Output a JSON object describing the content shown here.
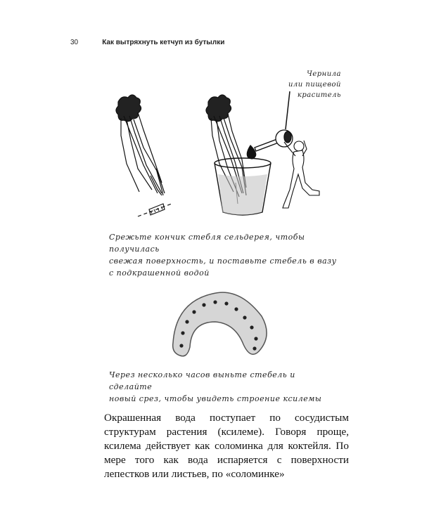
{
  "header": {
    "page_number": "30",
    "book_title": "Как вытряхнуть кетчуп из бутылки"
  },
  "ink_label": {
    "line1": "Чернила",
    "line2": "или пищевой краситель"
  },
  "caption_1": {
    "line1": "Срежьте кончик стебля сельдерея, чтобы получилась",
    "line2": "свежая поверхность, и поставьте стебель в вазу",
    "line3": "с подкрашенной водой"
  },
  "caption_2": {
    "line1": "Через несколько часов выньте стебель и сделайте",
    "line2": "новый срез, чтобы увидеть строение ксилемы"
  },
  "body_text": "Окрашенная вода поступает по сосудистым структурам растения (ксилеме). Говоря проще, ксилема действует как соломинка для коктейля. По мере того как вода испаряется с поверхности лепестков или листьев, по «соломинке»"
}
